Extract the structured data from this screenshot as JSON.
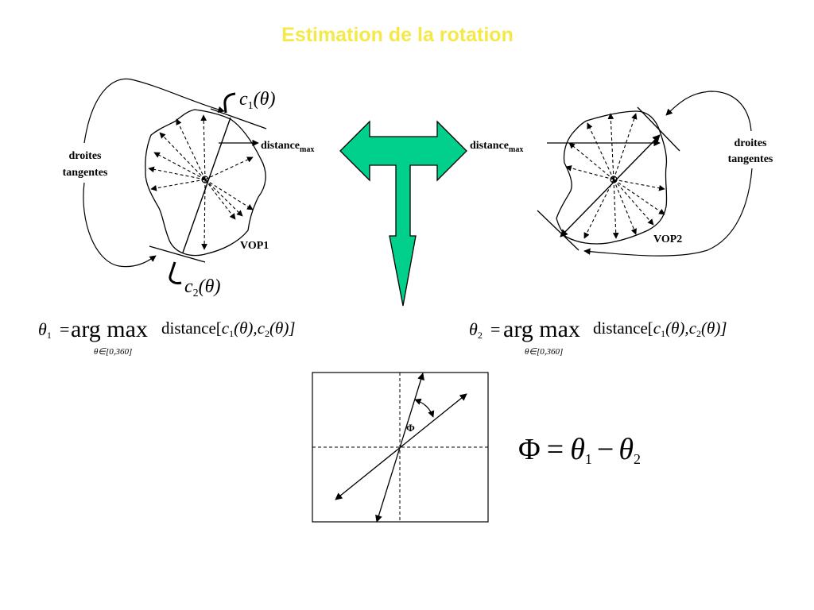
{
  "slide": {
    "title": "Estimation de la rotation",
    "title_color": "#F5E84A",
    "arrow_fill": "#00D08C"
  },
  "left_vop": {
    "tangent_label_line1": "droites",
    "tangent_label_line2": "tangentes",
    "distance_label": "distance",
    "distance_sub": "max",
    "vop_label": "VOP1",
    "c1_label": "c",
    "c1_sub": "1",
    "c1_arg": "(θ)",
    "c2_label": "c",
    "c2_sub": "2",
    "c2_arg": "(θ)"
  },
  "right_vop": {
    "tangent_label_line1": "droites",
    "tangent_label_line2": "tangentes",
    "distance_label": "distance",
    "distance_sub": "max",
    "vop_label": "VOP2"
  },
  "formula_left": {
    "lhs": "θ",
    "lhs_sub": "1",
    "eq": "=",
    "op": "arg max",
    "subscript": "θ∈[0,360]",
    "body": "distance[",
    "c1": "c",
    "c1_sub": "1",
    "c1_arg": "(θ),",
    "c2": "c",
    "c2_sub": "2",
    "c2_arg": "(θ)]"
  },
  "formula_right": {
    "lhs": "θ",
    "lhs_sub": "2",
    "eq": "=",
    "op": "arg max",
    "subscript": "θ∈[0,360]",
    "body": "distance[",
    "c1": "c",
    "c1_sub": "1",
    "c1_arg": "(θ),",
    "c2": "c",
    "c2_sub": "2",
    "c2_arg": "(θ)]"
  },
  "rotation_box": {
    "phi_label": "Φ"
  },
  "final_formula": {
    "phi": "Φ",
    "eq": "=",
    "theta1": "θ",
    "theta1_sub": "1",
    "minus": "−",
    "theta2": "θ",
    "theta2_sub": "2"
  }
}
